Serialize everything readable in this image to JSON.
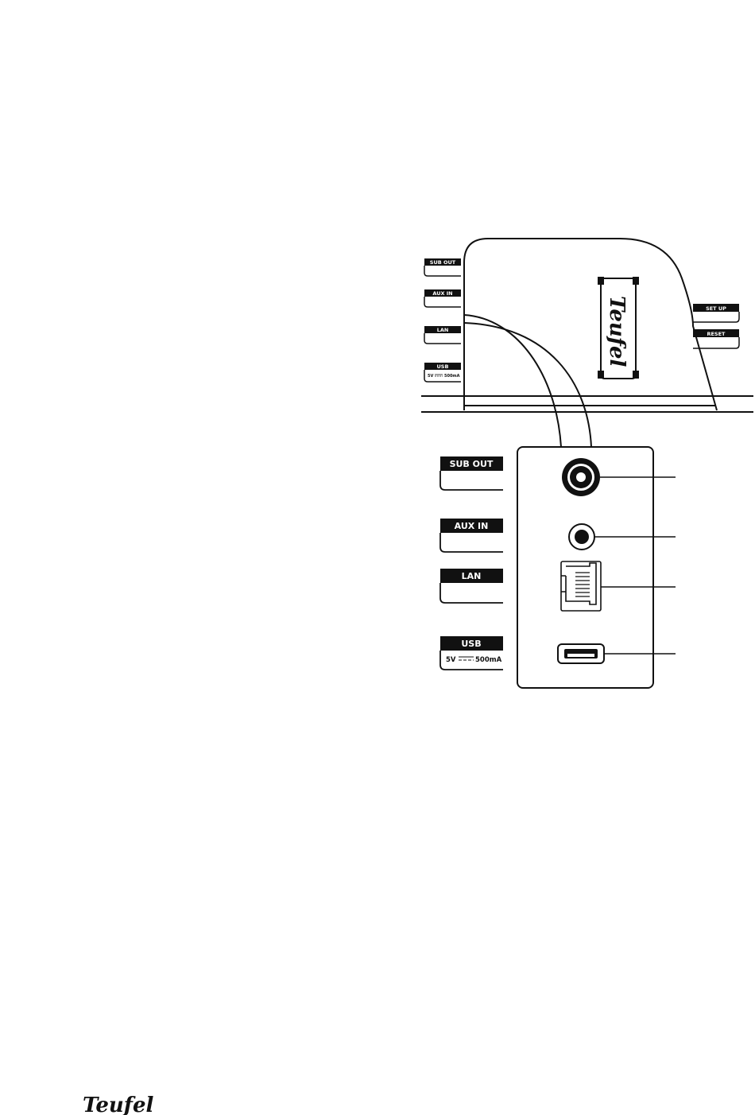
{
  "device_labels": {
    "sub_out": "SUB OUT",
    "aux_in": "AUX IN",
    "lan": "LAN",
    "usb": "USB",
    "usb_voltage": "5V",
    "usb_current": "500mA",
    "set_up": "SET UP",
    "reset": "RESET"
  },
  "brand": {
    "name": "Teufel"
  },
  "colors": {
    "ink": "#111111",
    "background": "#ffffff"
  }
}
